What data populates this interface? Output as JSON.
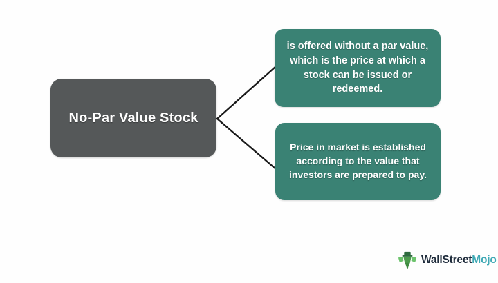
{
  "diagram": {
    "type": "mind-map",
    "background_color": "#fefefe",
    "root": {
      "label": "No-Par Value Stock",
      "color": "#555859",
      "text_color": "#ffffff"
    },
    "branches": [
      {
        "label": "is offered without a par value, which is the price at which a stock can be issued or redeemed.",
        "color": "#3a8274",
        "text_color": "#ffffff"
      },
      {
        "label": "Price in market is established according to the value that investors are prepared to pay.",
        "color": "#3a8274",
        "text_color": "#ffffff"
      }
    ],
    "connector_color": "#1a1a1a"
  },
  "brand": {
    "name_part1": "WallStreet",
    "name_part2": "Mojo",
    "color_part1": "#1d2a3a",
    "color_part2": "#3fa9b5",
    "mark_color": "#4c9a4c",
    "mark_icon": "wallstreetmojo-bull-icon"
  }
}
